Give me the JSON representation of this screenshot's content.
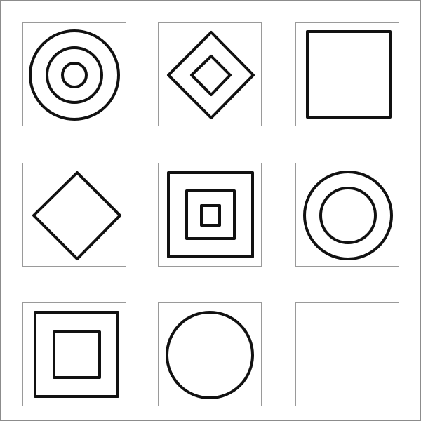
{
  "stroke_color": "#111111",
  "puzzle": {
    "cells": [
      {
        "shapes": [
          "circle",
          "circle",
          "circle"
        ]
      },
      {
        "shapes": [
          "diamond",
          "diamond"
        ]
      },
      {
        "shapes": [
          "square"
        ]
      },
      {
        "shapes": [
          "diamond"
        ]
      },
      {
        "shapes": [
          "square",
          "square",
          "square"
        ]
      },
      {
        "shapes": [
          "circle",
          "circle"
        ]
      },
      {
        "shapes": [
          "square",
          "square"
        ]
      },
      {
        "shapes": [
          "circle"
        ]
      },
      {
        "shapes": []
      }
    ]
  }
}
